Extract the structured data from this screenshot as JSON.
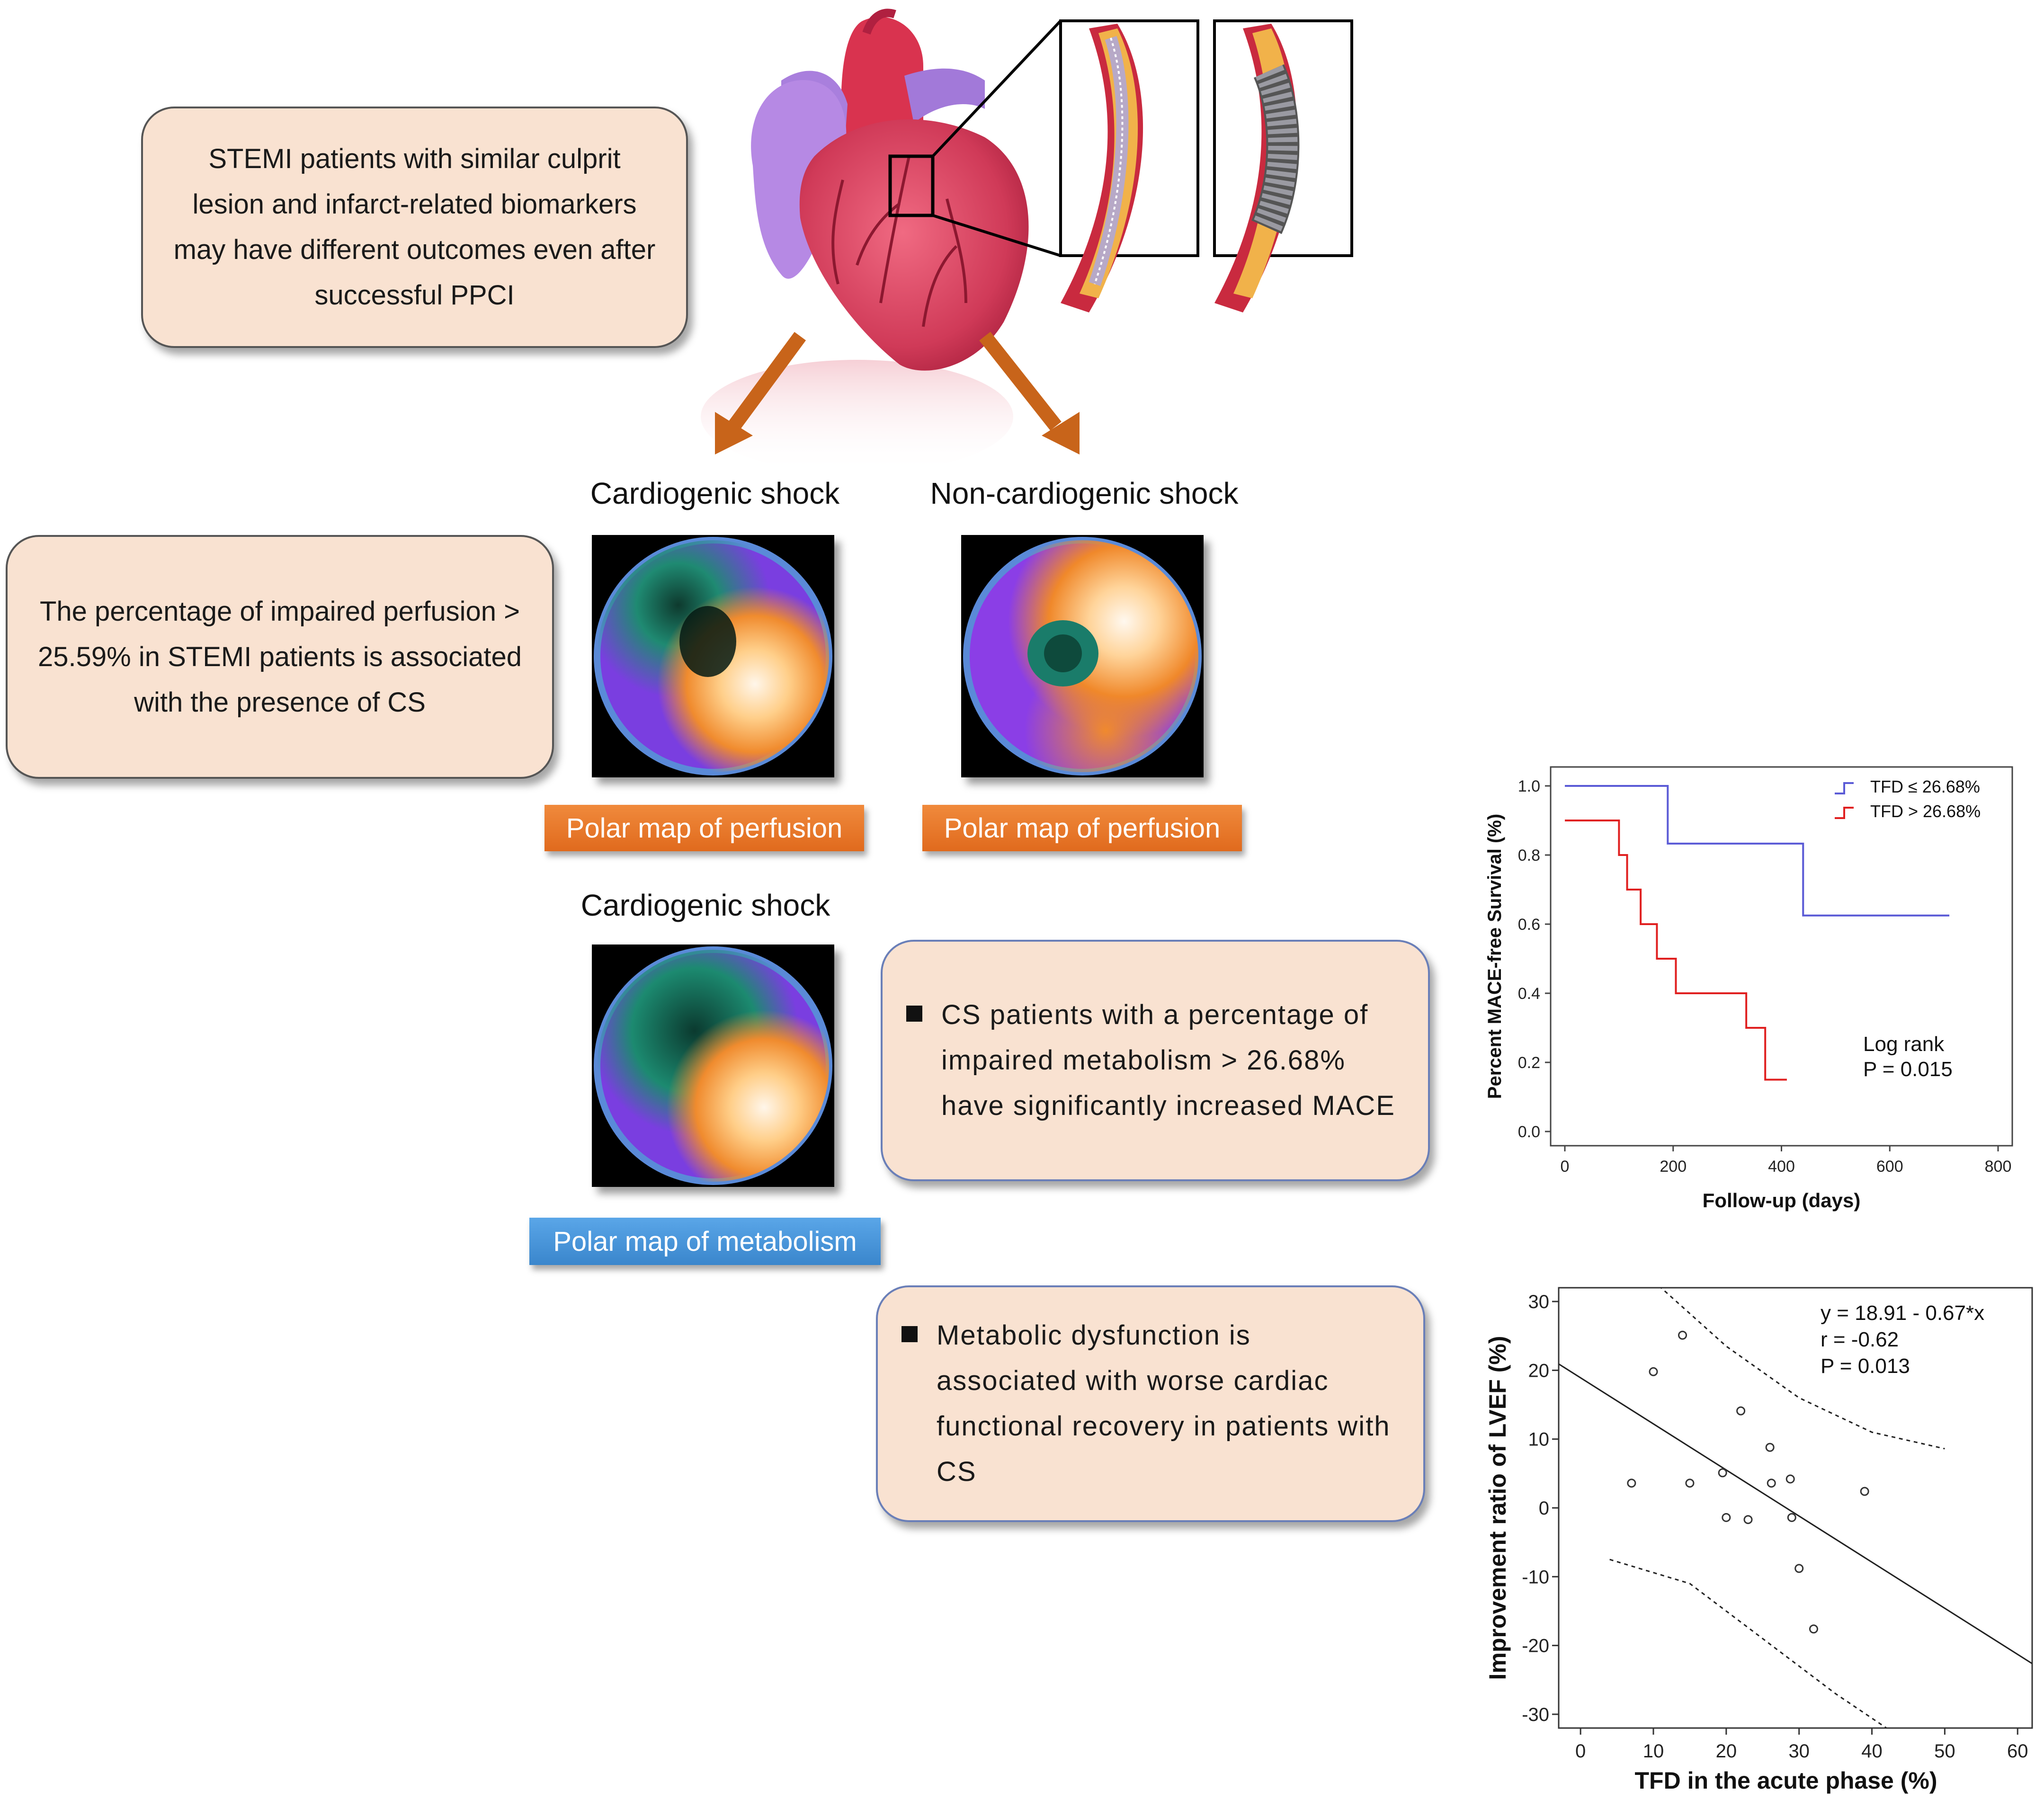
{
  "boxes": {
    "intro": "STEMI patients with similar culprit lesion and infarct-related biomarkers may have different outcomes even after successful PPCI",
    "perfusion_finding": "The percentage of impaired perfusion > 25.59% in STEMI patients is associated with the presence of CS",
    "mace_finding": "CS patients with a percentage of impaired metabolism > 26.68% have significantly increased MACE",
    "lvef_finding": "Metabolic dysfunction is associated with worse cardiac functional recovery in patients with CS"
  },
  "headings": {
    "cs_perfusion": "Cardiogenic shock",
    "ncs_perfusion": "Non-cardiogenic shock",
    "cs_metabolism": "Cardiogenic shock"
  },
  "tags": {
    "perfusion_left": "Polar map of perfusion",
    "perfusion_right": "Polar map of perfusion",
    "metabolism": "Polar map of metabolism"
  },
  "colors": {
    "box_fill": "#f9e2d1",
    "arrow": "#c8641a",
    "tag_orange": "#e8782a",
    "tag_blue": "#4a96dc",
    "km_blue": "#5b5bd6",
    "km_red": "#e02020"
  },
  "chart_data": [
    {
      "type": "line",
      "ylabel": "Percent MACE-free Survival (%)",
      "xlabel": "Follow-up (days)",
      "xlim": [
        0,
        800
      ],
      "ylim": [
        0,
        1.0
      ],
      "xticks": [
        "0",
        "200",
        "400",
        "600",
        "800"
      ],
      "yticks": [
        "0.0",
        "0.2",
        "0.4",
        "0.6",
        "0.8",
        "1.0"
      ],
      "legend_position": "top-right",
      "series": [
        {
          "name": "TFD ≤ 26.68%",
          "color": "#5b5bd6",
          "steps": [
            [
              0,
              1.0
            ],
            [
              190,
              0.833
            ],
            [
              440,
              0.625
            ],
            [
              710,
              0.625
            ]
          ]
        },
        {
          "name": "TFD > 26.68%",
          "color": "#e02020",
          "steps": [
            [
              0,
              0.9
            ],
            [
              100,
              0.8
            ],
            [
              115,
              0.7
            ],
            [
              140,
              0.6
            ],
            [
              170,
              0.5
            ],
            [
              205,
              0.4
            ],
            [
              335,
              0.3
            ],
            [
              370,
              0.15
            ],
            [
              410,
              0.15
            ]
          ]
        }
      ],
      "annotation": [
        "Log rank",
        "P = 0.015"
      ]
    },
    {
      "type": "scatter",
      "ylabel": "Improvement ratio of LVEF (%)",
      "xlabel": "TFD in the acute phase (%)",
      "xlim": [
        -3,
        62
      ],
      "ylim": [
        -32,
        32
      ],
      "xticks": [
        "0",
        "10",
        "20",
        "30",
        "40",
        "50",
        "60"
      ],
      "yticks": [
        "-30",
        "-20",
        "-10",
        "0",
        "10",
        "20",
        "30"
      ],
      "points": [
        [
          7,
          3.6
        ],
        [
          10,
          19.8
        ],
        [
          14,
          25.1
        ],
        [
          15,
          3.6
        ],
        [
          19.5,
          5.1
        ],
        [
          20,
          -1.4
        ],
        [
          22,
          14.1
        ],
        [
          23,
          -1.7
        ],
        [
          26,
          8.8
        ],
        [
          26.2,
          3.6
        ],
        [
          28.8,
          4.2
        ],
        [
          29,
          -1.4
        ],
        [
          30,
          -8.8
        ],
        [
          32,
          -17.6
        ],
        [
          39,
          2.4
        ]
      ],
      "fit": {
        "intercept": 18.91,
        "slope": -0.67
      },
      "ci_upper": [
        [
          10,
          33
        ],
        [
          20,
          23.5
        ],
        [
          30,
          16
        ],
        [
          40,
          11
        ],
        [
          50,
          8.6
        ]
      ],
      "ci_lower": [
        [
          4,
          -7.5
        ],
        [
          15,
          -11
        ],
        [
          25,
          -19
        ],
        [
          35,
          -27
        ],
        [
          42,
          -32
        ]
      ],
      "annotation": [
        "y = 18.91 - 0.67*x",
        "r = -0.62",
        "P = 0.013"
      ]
    }
  ]
}
